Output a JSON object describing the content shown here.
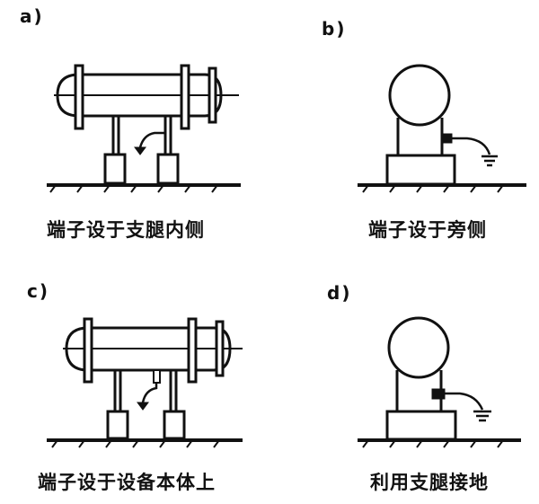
{
  "panels": [
    {
      "label": "a)",
      "caption": "端子设于支腿内侧"
    },
    {
      "label": "b)",
      "caption": "端子设于旁侧"
    },
    {
      "label": "c)",
      "caption": "端子设于设备本体上"
    },
    {
      "label": "d)",
      "caption": "利用支腿接地"
    }
  ],
  "colors": {
    "ink": "#111111",
    "background": "#ffffff"
  }
}
